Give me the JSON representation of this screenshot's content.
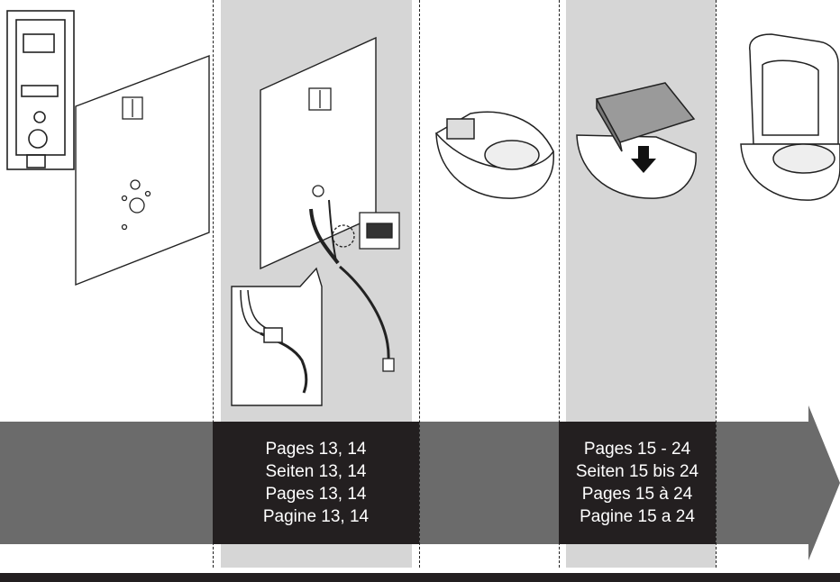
{
  "steps": [
    {
      "lines": [
        "Pages 13, 14",
        "Seiten 13, 14",
        "Pages 13, 14",
        "Pagine 13, 14"
      ]
    },
    {
      "lines": [
        "Pages 15 - 24",
        "Seiten 15 bis 24",
        "Pages 15 à 24",
        "Pagine 15 a 24"
      ]
    }
  ],
  "colors": {
    "arrow": "#6b6b6b",
    "label_bg": "#231f20",
    "column_bg": "#d6d6d6"
  }
}
